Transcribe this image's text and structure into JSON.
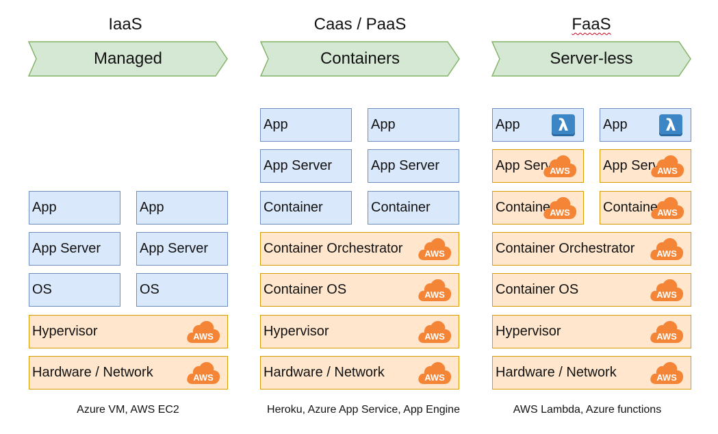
{
  "columns": [
    {
      "title": "IaaS",
      "banner": "Managed",
      "caption": "Azure VM, AWS EC2",
      "rows": [
        {
          "left": "App",
          "right": "App"
        },
        {
          "left": "App Server",
          "right": "App Server"
        },
        {
          "left": "OS",
          "right": "OS"
        },
        {
          "full": "Hypervisor"
        },
        {
          "full": "Hardware / Network"
        }
      ]
    },
    {
      "title": "Caas / PaaS",
      "banner": "Containers",
      "caption": "Heroku, Azure App Service, App Engine",
      "rows": [
        {
          "left": "App",
          "right": "App"
        },
        {
          "left": "App Server",
          "right": "App Server"
        },
        {
          "left": "Container",
          "right": "Container"
        },
        {
          "full": "Container Orchestrator"
        },
        {
          "full": "Container OS"
        },
        {
          "full": "Hypervisor"
        },
        {
          "full": "Hardware / Network"
        }
      ]
    },
    {
      "title": "FaaS",
      "banner": "Server-less",
      "caption": "AWS Lambda, Azure functions",
      "rows": [
        {
          "left": "App",
          "right": "App"
        },
        {
          "left": "App Server",
          "right": "App Server"
        },
        {
          "left": "Container",
          "right": "Container"
        },
        {
          "full": "Container Orchestrator"
        },
        {
          "full": "Container OS"
        },
        {
          "full": "Hypervisor"
        },
        {
          "full": "Hardware / Network"
        }
      ]
    }
  ],
  "icons": {
    "aws": {
      "text": "AWS",
      "color": "#f58536"
    },
    "lambda": {
      "text": "λ",
      "color": "#3d86c6"
    }
  },
  "colors": {
    "banner_fill": "#d5e8d4",
    "banner_stroke": "#82b366",
    "user_box_fill": "#dae8fc",
    "user_box_stroke": "#6c8ebf",
    "provider_box_fill": "#ffe6cc",
    "provider_box_stroke": "#d79b00"
  }
}
